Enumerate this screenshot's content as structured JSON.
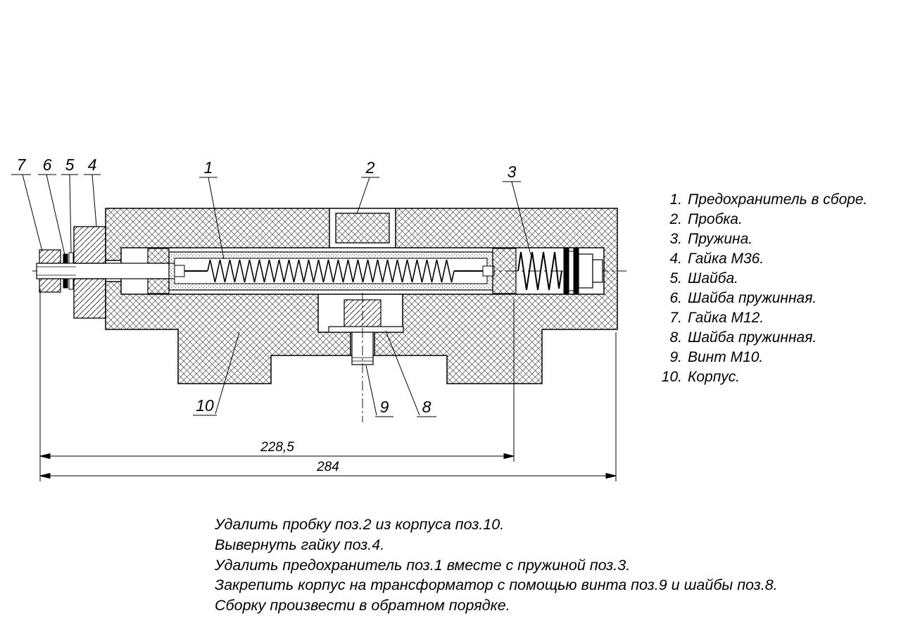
{
  "drawing": {
    "callouts": {
      "c1": "1",
      "c2": "2",
      "c3": "3",
      "c4": "4",
      "c5": "5",
      "c6": "6",
      "c7": "7",
      "c8": "8",
      "c9": "9",
      "c10": "10"
    },
    "dimensions": {
      "d1": "228,5",
      "d2": "284"
    }
  },
  "parts_list": {
    "items": [
      {
        "num": "1.",
        "label": "Предохранитель в сборе."
      },
      {
        "num": "2.",
        "label": "Пробка."
      },
      {
        "num": "3.",
        "label": "Пружина."
      },
      {
        "num": "4.",
        "label": "Гайка М36."
      },
      {
        "num": "5.",
        "label": "Шайба."
      },
      {
        "num": "6.",
        "label": "Шайба пружинная."
      },
      {
        "num": "7.",
        "label": "Гайка М12."
      },
      {
        "num": "8.",
        "label": "Шайба пружинная."
      },
      {
        "num": "9.",
        "label": "Винт М10."
      },
      {
        "num": "10.",
        "label": "Корпус."
      }
    ]
  },
  "instructions": {
    "lines": [
      "Удалить пробку поз.2 из корпуса поз.10.",
      "Вывернуть гайку поз.4.",
      "Удалить предохранитель поз.1 вместе с пружиной поз.3.",
      "Закрепить корпус на трансформатор с помощью винта поз.9 и шайбы поз.8.",
      "Сборку произвести в обратном порядке."
    ]
  }
}
